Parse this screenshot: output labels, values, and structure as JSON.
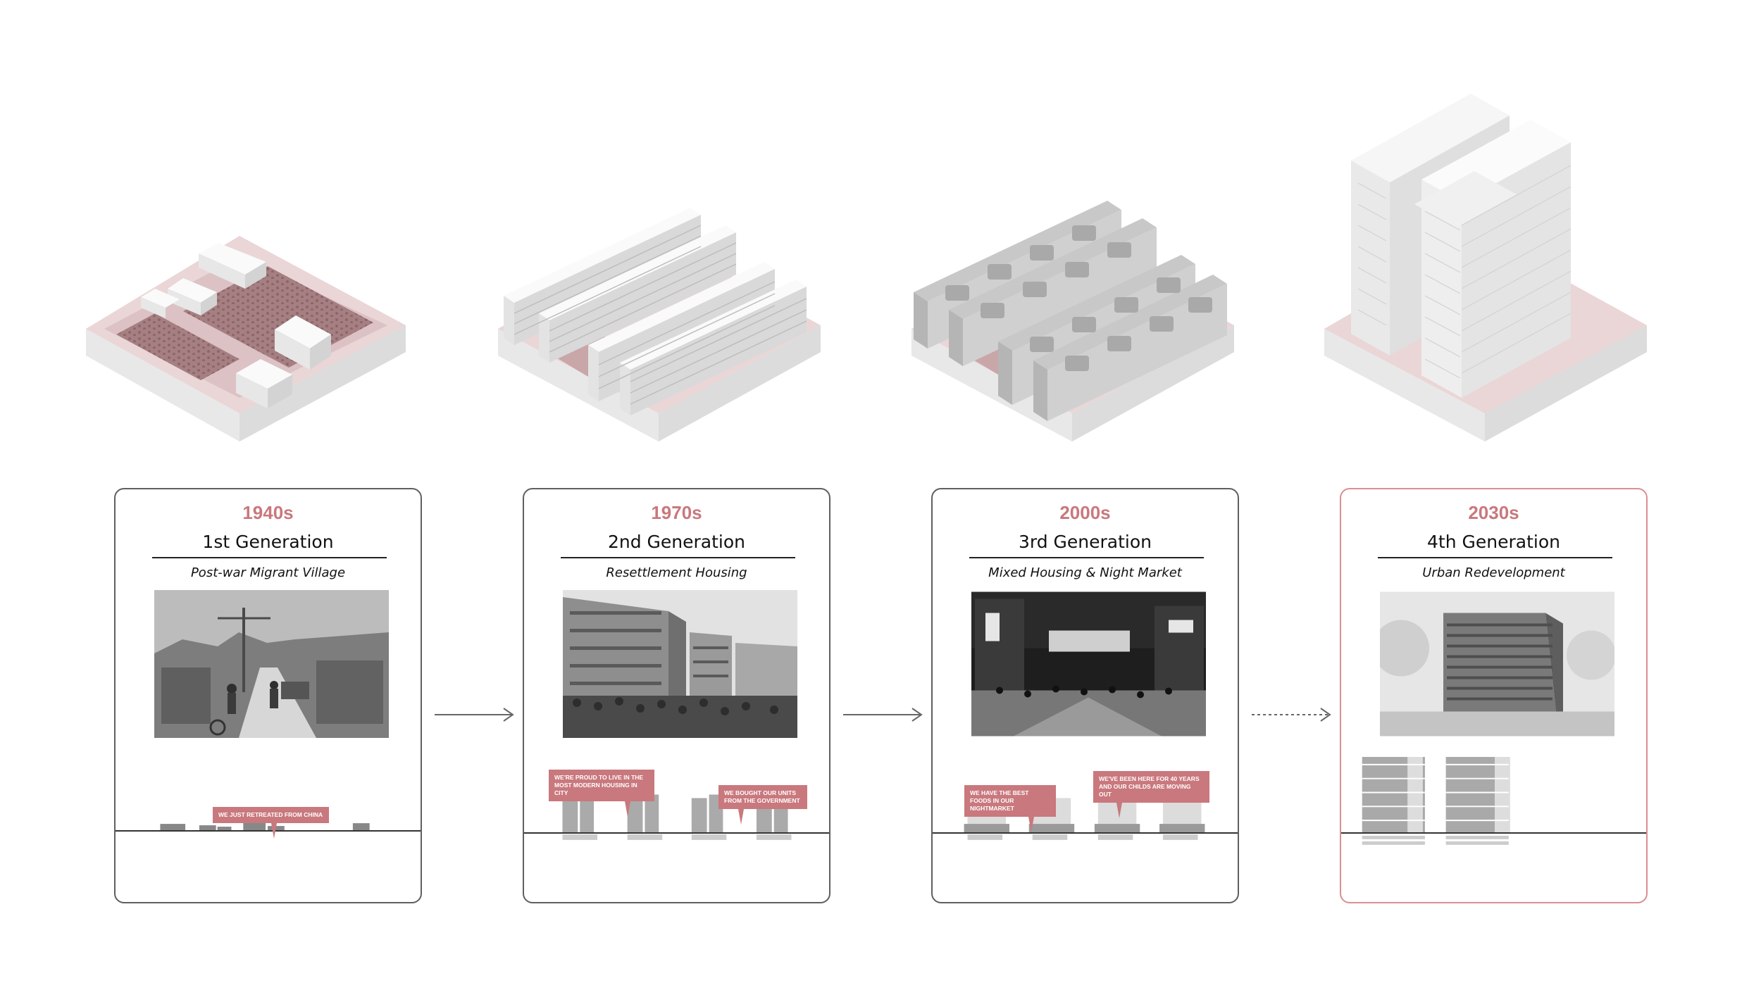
{
  "generations": [
    {
      "decade": "1940s",
      "title": "1st Generation",
      "subtitle": "Post-war Migrant Village",
      "bubbles": [
        "WE JUST RETREATED FROM CHINA"
      ]
    },
    {
      "decade": "1970s",
      "title": "2nd Generation",
      "subtitle": "Resettlement Housing",
      "bubbles": [
        "WE'RE PROUD TO LIVE IN THE MOST MODERN HOUSING IN CITY",
        "WE BOUGHT OUR UNITS FROM THE GOVERNMENT"
      ]
    },
    {
      "decade": "2000s",
      "title": "3rd Generation",
      "subtitle": "Mixed Housing & Night Market",
      "bubbles": [
        "WE HAVE THE BEST FOODS IN OUR NIGHTMARKET",
        "WE'VE BEEN HERE FOR 40 YEARS AND OUR CHILDS ARE MOVING OUT"
      ]
    },
    {
      "decade": "2030s",
      "title": "4th Generation",
      "subtitle": "Urban Redevelopment",
      "bubbles": []
    }
  ],
  "arrows": [
    {
      "style": "solid"
    },
    {
      "style": "solid"
    },
    {
      "style": "dashed"
    }
  ],
  "colors": {
    "accent": "#c9787d",
    "frame": "#5f5f5f",
    "future_frame": "#d98f93",
    "plinth_top": "#e9d4d5"
  }
}
